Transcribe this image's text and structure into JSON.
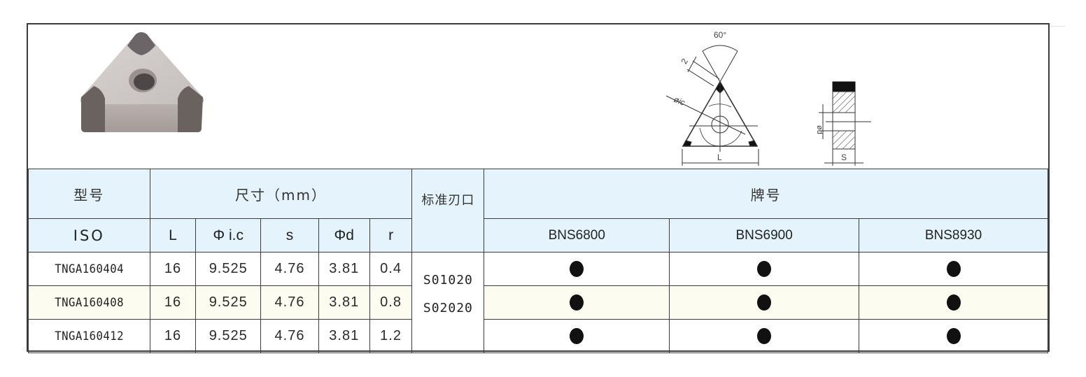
{
  "product_image": {
    "label": "triangular PCBN insert photo",
    "insert_body_color": "#cfc9c6",
    "tip_color": "#6a6466"
  },
  "drawing": {
    "angle_label": "60°",
    "edge_length_label": "2",
    "inscribed_circle_label": "øic",
    "length_label": "L",
    "hole_diameter_label": "ød",
    "thickness_label": "S"
  },
  "table": {
    "header_row1": {
      "model": "型号",
      "dimensions": "尺寸（mm）",
      "standard_edge": "标准刃口",
      "grade": "牌号"
    },
    "header_row2": {
      "iso": "ISO",
      "L": "L",
      "ic": "Φ i.c",
      "s": "s",
      "d": "Φd",
      "r": "r",
      "grades": [
        "BNS6800",
        "BNS6900",
        "BNS8930"
      ]
    },
    "standard_edge_values": [
      "S01020",
      "S02020"
    ],
    "rows": [
      {
        "iso": "TNGA160404",
        "L": "16",
        "ic": "9.525",
        "s": "4.76",
        "d": "3.81",
        "r": "0.4",
        "grades": [
          "●",
          "●",
          "●"
        ]
      },
      {
        "iso": "TNGA160408",
        "L": "16",
        "ic": "9.525",
        "s": "4.76",
        "d": "3.81",
        "r": "0.8",
        "grades": [
          "●",
          "●",
          "●"
        ]
      },
      {
        "iso": "TNGA160412",
        "L": "16",
        "ic": "9.525",
        "s": "4.76",
        "d": "3.81",
        "r": "1.2",
        "grades": [
          "●",
          "●",
          "●"
        ]
      }
    ]
  },
  "colors": {
    "header_bg": "#e4f3fc",
    "alt_row_bg": "#fdfcf0",
    "border": "#3c3c3c",
    "dot": "#111111"
  }
}
